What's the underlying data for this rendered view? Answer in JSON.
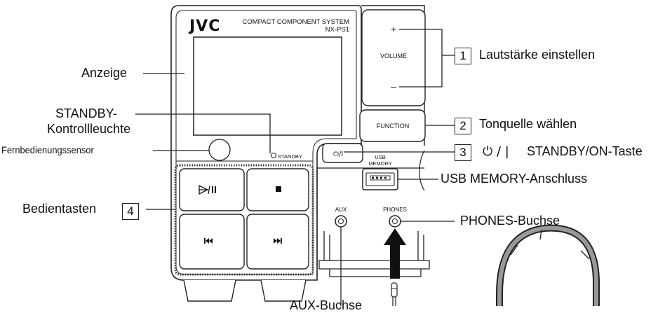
{
  "device": {
    "brand": "JVC",
    "system_line1": "COMPACT COMPONENT SYSTEM",
    "system_line2": "NX-PS1",
    "volume_plus": "+",
    "volume_label": "VOLUME",
    "volume_minus": "–",
    "function_label": "FUNCTION",
    "standby_small": "STANDBY",
    "power_symbol": "⏻/I",
    "usb_line1": "USB",
    "usb_line2": "MEMORY",
    "aux_label": "AUX",
    "phones_label": "PHONES"
  },
  "callouts": {
    "anzeige": "Anzeige",
    "standby_line1": "STANDBY-",
    "standby_line2": "Kontrollleuchte",
    "sensor": "Fernbedienungssensor",
    "bedientasten": "Bedientasten",
    "num4": "4",
    "num1": "1",
    "lautstaerke": "Lautstärke einstellen",
    "num2": "2",
    "tonquelle": "Tonquelle wählen",
    "num3": "3",
    "power_symbol": "⏻ / |",
    "standby_on": "STANDBY/ON-Taste",
    "usb": "USB MEMORY-Anschluss",
    "phones": "PHONES-Buchse",
    "aux_partial": "AUX-Buchse"
  },
  "icons": [
    "play-pause-icon",
    "stop-icon",
    "previous-icon",
    "next-icon",
    "headphones-icon",
    "power-icon",
    "usb-port-icon"
  ]
}
